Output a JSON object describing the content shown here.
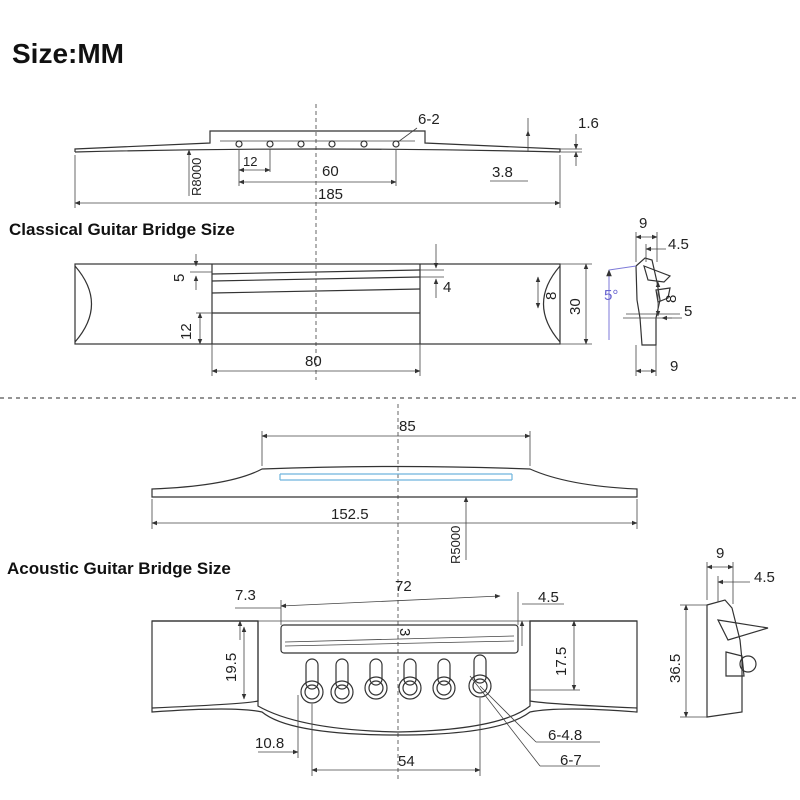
{
  "heading": "Size:MM",
  "classical": {
    "title": "Classical Guitar Bridge Size",
    "top_view": {
      "holes_label": "6-2",
      "spacing_label": "12",
      "span_label": "60",
      "length_label": "185",
      "radius_label": "R8000",
      "thickness_label": "1.6",
      "height_label": "3.8"
    },
    "front_view": {
      "gap_label": "5",
      "saddle_label": "4",
      "offset_label": "12",
      "width_label": "80",
      "slot_label": "8",
      "depth_label": "30"
    },
    "side_view": {
      "top_label": "9",
      "step_label": "4.5",
      "angle_label": "5°",
      "notch_label": "8",
      "lip_label": "5",
      "base_label": "9"
    }
  },
  "acoustic": {
    "title": "Acoustic Guitar Bridge Size",
    "top_view": {
      "span_label": "85",
      "length_label": "152.5",
      "radius_label": "R5000"
    },
    "front_view": {
      "slot_length_label": "72",
      "slot_offset_label": "7.3",
      "slot_end_label": "4.5",
      "slot_width_label": "3",
      "left_height_label": "19.5",
      "right_height_label": "17.5",
      "edge_label": "10.8",
      "pin_span_label": "54",
      "pin_hole_label": "6-4.8",
      "pin_ring_label": "6-7"
    },
    "side_view": {
      "top_label": "9",
      "step_label": "4.5",
      "height_label": "36.5"
    }
  }
}
